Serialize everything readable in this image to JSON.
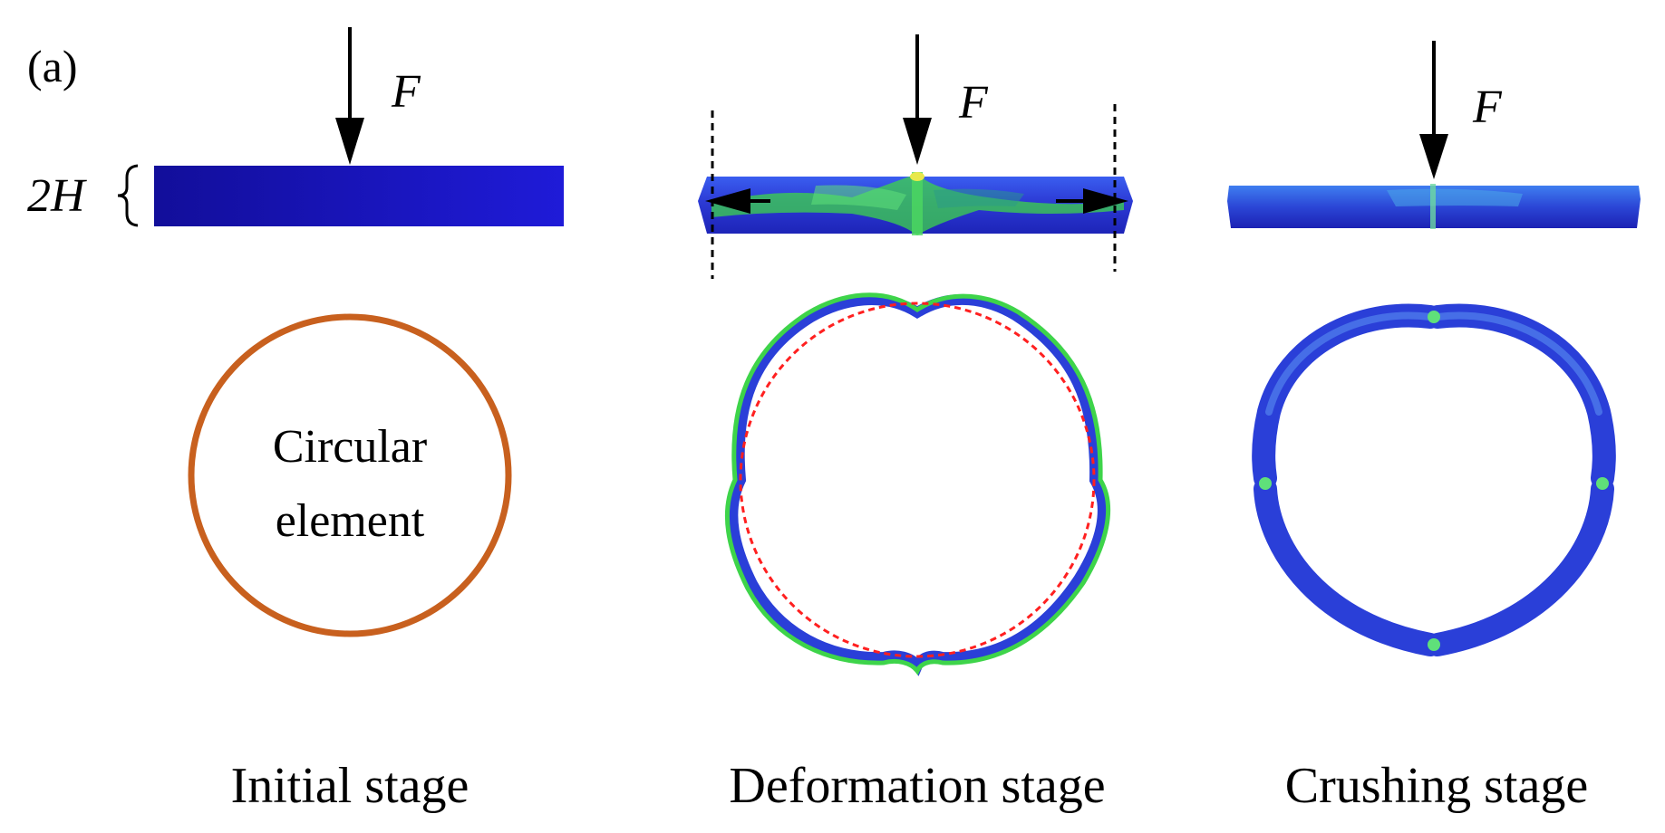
{
  "panel_label": "(a)",
  "force_label": "F",
  "thickness_label": "2H",
  "element_label": [
    "Circular",
    "element"
  ],
  "stages": [
    "Initial stage",
    "Deformation stage",
    "Crushing stage"
  ],
  "colors": {
    "initial_ring": "#c8601e",
    "plate_blue": "#1a16c4",
    "fea_blue": "#2a3fd8",
    "fea_green": "#3ed44a",
    "reference_dashed": "#ff2020"
  }
}
